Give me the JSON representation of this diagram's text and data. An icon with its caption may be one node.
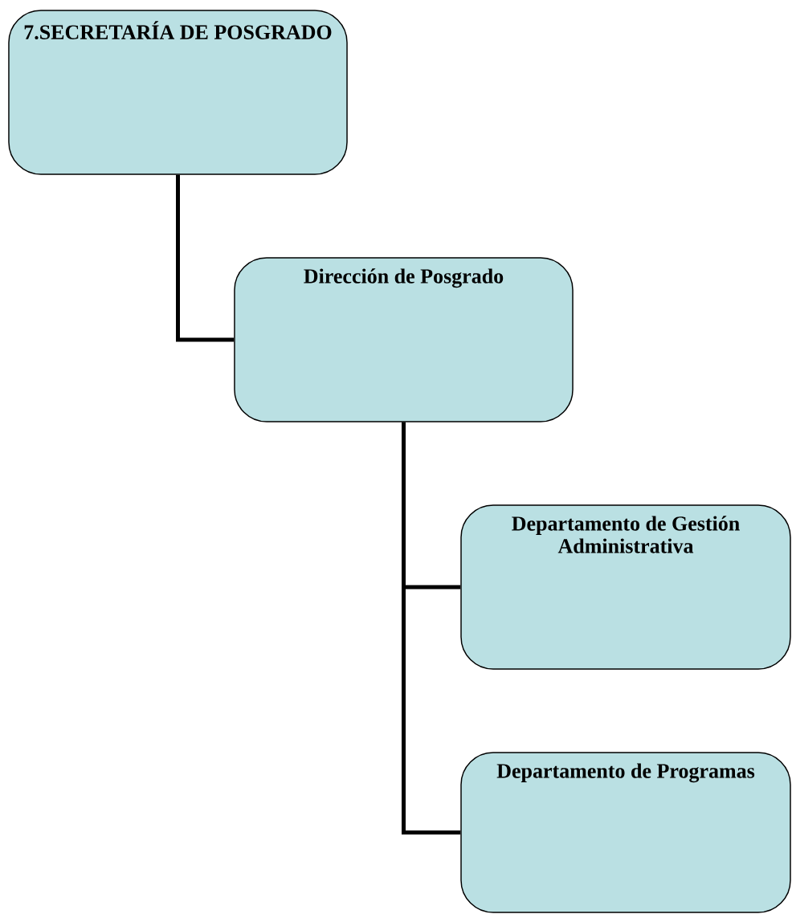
{
  "diagram": {
    "nodes": [
      {
        "text": [
          "7.SECRETARÍA DE POSGRADO"
        ]
      },
      {
        "text": [
          "Dirección de Posgrado"
        ]
      },
      {
        "text": [
          "Departamento de Gestión Administrativa"
        ]
      },
      {
        "text": [
          "Departamento de Programas"
        ]
      }
    ],
    "edges": [
      {
        "from": 0,
        "to": 1,
        "arrow": "none"
      },
      {
        "from": 1,
        "to": 2,
        "arrow": "none"
      },
      {
        "from": 1,
        "to": 3,
        "arrow": "none"
      }
    ]
  }
}
